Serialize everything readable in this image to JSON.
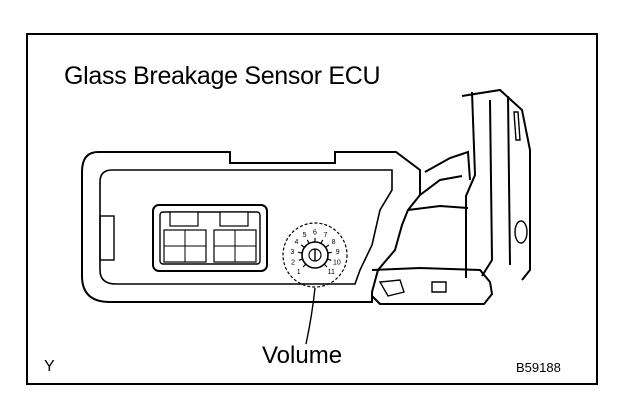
{
  "diagram": {
    "title": "Glass Breakage Sensor ECU",
    "callout_label": "Volume",
    "corner_mark": "Y",
    "figure_id": "B59188",
    "dial_numbers": [
      "1",
      "2",
      "3",
      "4",
      "5",
      "6",
      "7",
      "8",
      "9",
      "10",
      "11"
    ],
    "stroke_color": "#000000",
    "background_color": "#ffffff"
  }
}
